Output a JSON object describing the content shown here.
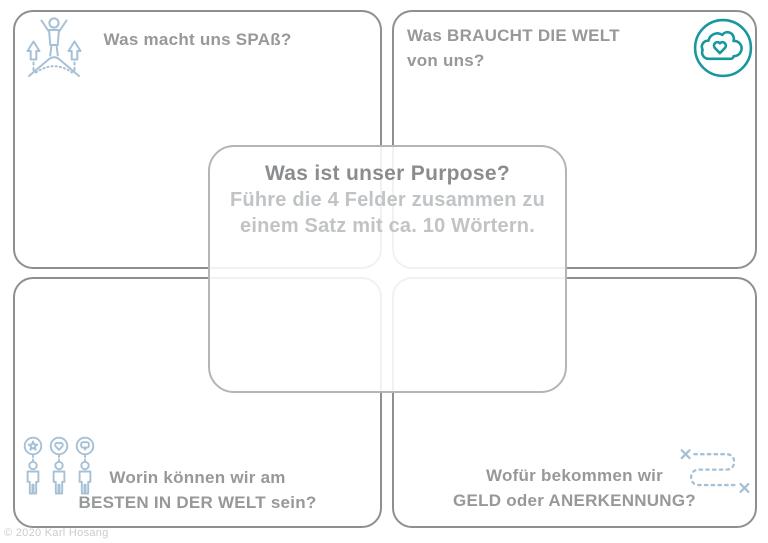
{
  "colors": {
    "border_gray": "#8f8f8f",
    "center_border": "#b5b5b5",
    "heading_gray": "#96989a",
    "center_title": "#8a8d8f",
    "center_sub": "#c1c4c6",
    "teal": "#17989c",
    "icon_blue": "#a6c0d6",
    "copyright": "#cccccc"
  },
  "quadrants": {
    "top_left": {
      "icon": "growth-person-icon",
      "lines": [
        "Was macht uns SPAß?"
      ]
    },
    "top_right": {
      "icon": "cloud-heart-icon",
      "lines": [
        "Was BRAUCHT DIE WELT",
        "von uns?"
      ]
    },
    "bottom_left": {
      "icon": "people-badges-icon",
      "lines": [
        "Worin können wir am",
        "BESTEN IN DER WELT sein?"
      ]
    },
    "bottom_right": {
      "icon": "route-path-icon",
      "lines": [
        "Wofür bekommen wir",
        "GELD oder ANERKENNUNG?"
      ]
    }
  },
  "center": {
    "title": "Was ist unser Purpose?",
    "subtitle_lines": [
      "Führe die 4 Felder zusammen zu",
      "einem Satz mit ca. 10 Wörtern."
    ]
  },
  "footer": {
    "copyright": "© 2020 Karl Hosang"
  }
}
